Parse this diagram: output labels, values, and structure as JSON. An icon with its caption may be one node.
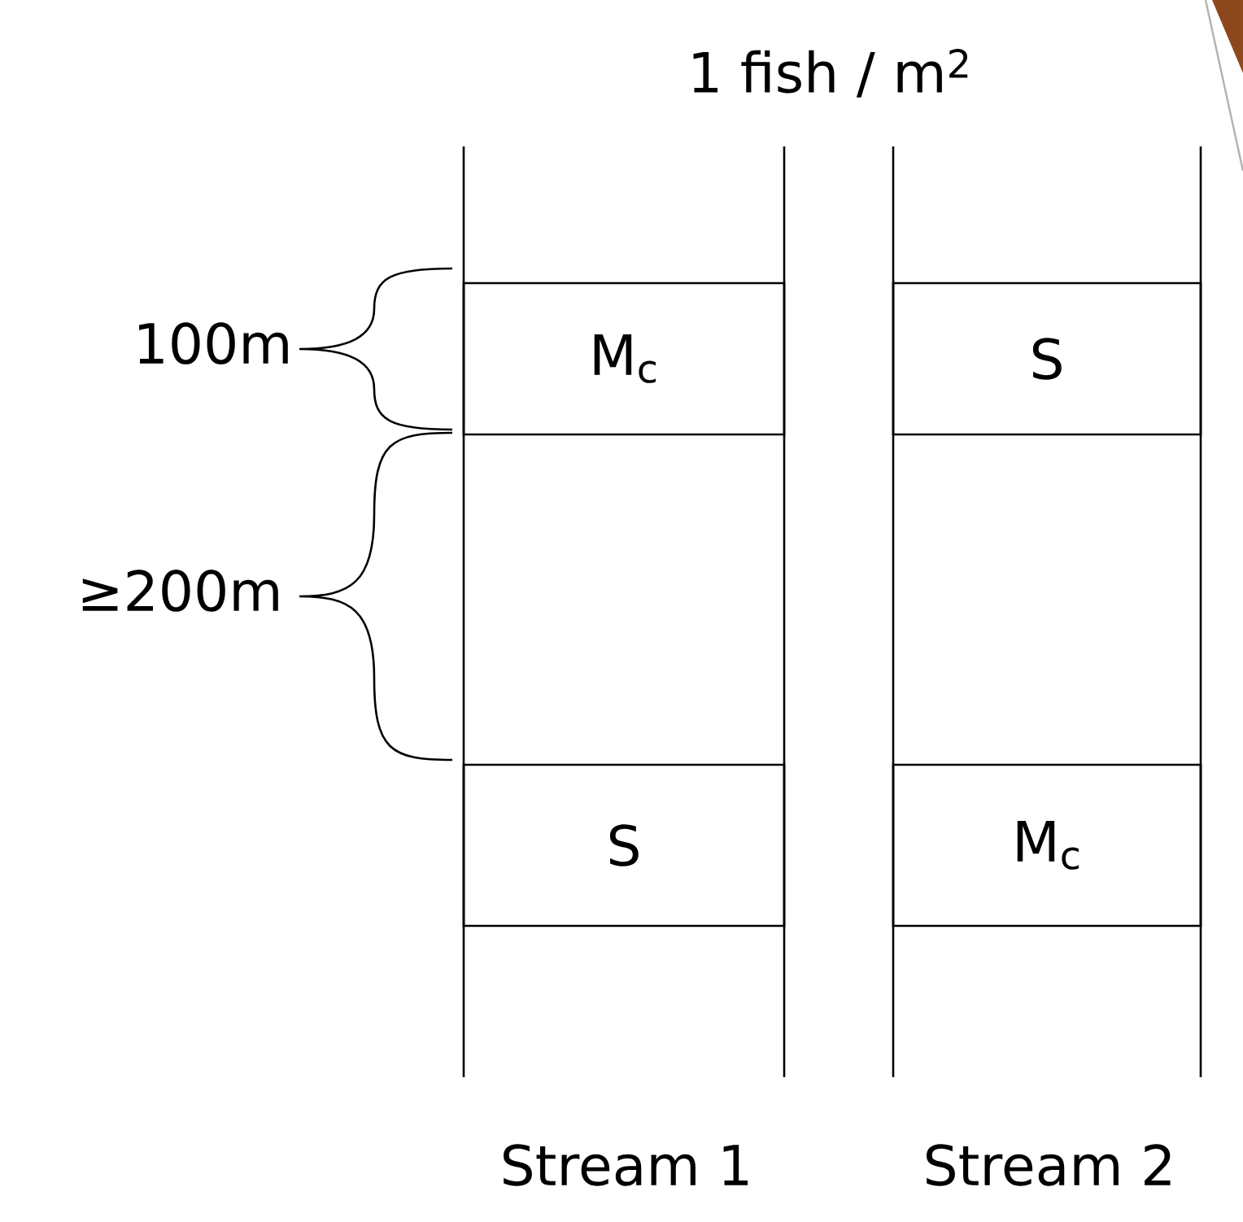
{
  "diagram": {
    "title": "1 fish / m$^{2}$",
    "nodes": [
      {
        "text": [
          "M$_{c}$"
        ]
      },
      {
        "text": [
          "S"
        ]
      },
      {
        "text": [
          "S"
        ]
      },
      {
        "text": [
          "M$_{c}$"
        ]
      }
    ],
    "labels": [
      "100m",
      "≥200m",
      "Stream 1",
      "Stream 2"
    ]
  }
}
